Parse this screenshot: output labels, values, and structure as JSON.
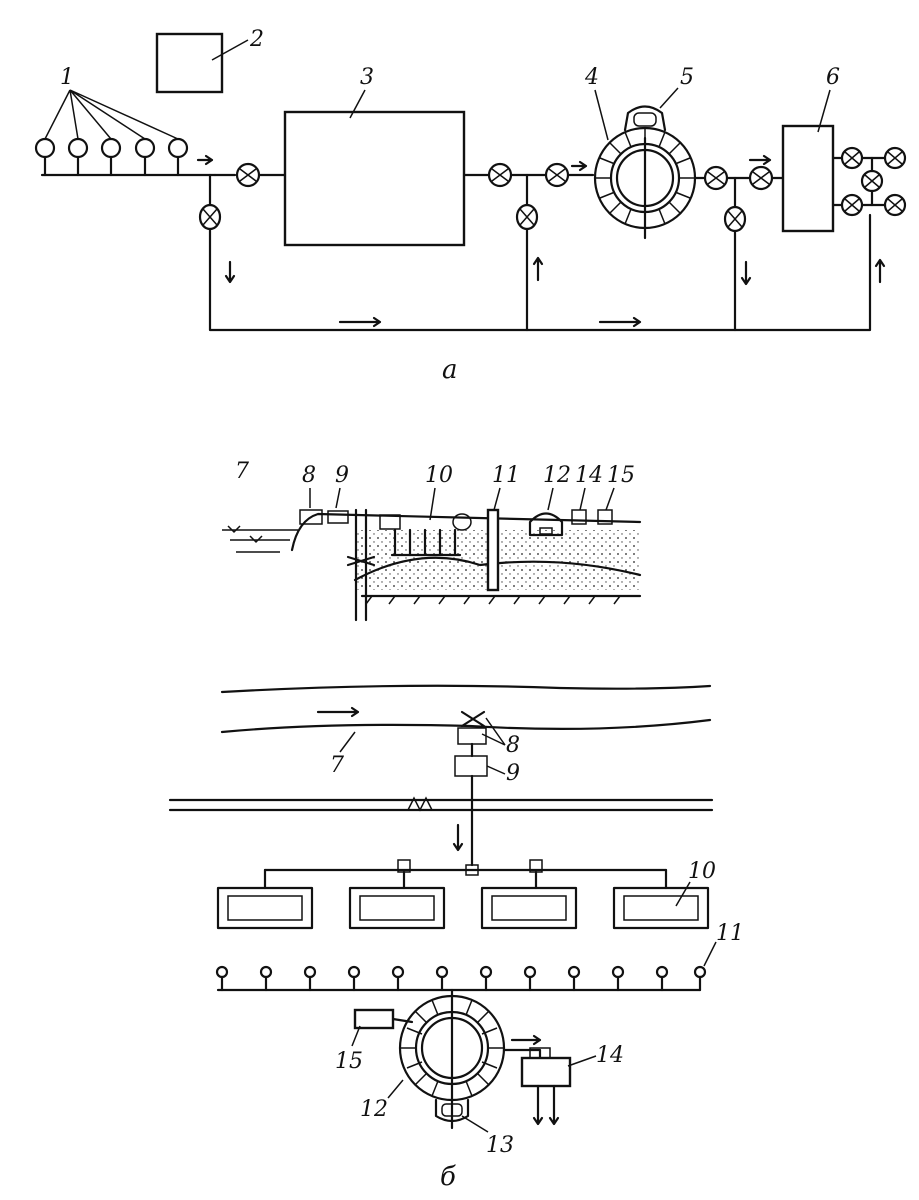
{
  "diagram_a": {
    "caption": "а",
    "labels": {
      "l1": "1",
      "l2": "2",
      "l3": "3",
      "l4": "4",
      "l5": "5",
      "l6": "6"
    }
  },
  "diagram_section": {
    "labels": {
      "l7": "7",
      "l8": "8",
      "l9": "9",
      "l10": "10",
      "l11": "11",
      "l12": "12",
      "l14": "14",
      "l15": "15"
    }
  },
  "diagram_b": {
    "caption": "б",
    "labels": {
      "l7": "7",
      "l8": "8",
      "l9": "9",
      "l10": "10",
      "l11": "11",
      "l12": "12",
      "l13": "13",
      "l14": "14",
      "l15": "15"
    }
  }
}
